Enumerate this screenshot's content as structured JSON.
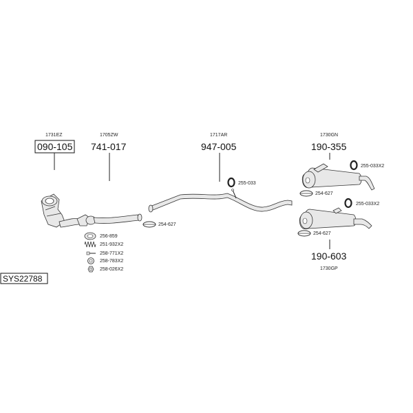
{
  "system_code": "SYS22788",
  "parts": {
    "catalyst": {
      "ref": "1731EZ",
      "number": "090-105"
    },
    "front_pipe": {
      "ref": "1705ZW",
      "number": "741-017"
    },
    "middle_pipe": {
      "ref": "1717AR",
      "number": "947-005"
    },
    "rear_silencer_upper": {
      "ref": "1730GN",
      "number": "190-355"
    },
    "rear_silencer_lower": {
      "ref": "1730GP",
      "number": "190-603"
    }
  },
  "fittings": {
    "clamp_front": "254-627",
    "rubber_mount_mid": "255-033",
    "mount_upper": "255-033X2",
    "clamp_upper": "254-627",
    "mount_lower": "255-033X2",
    "clamp_lower": "254-627",
    "kit_gasket": "256-859",
    "kit_spring": "251-932X2",
    "kit_bolt": "258-771X2",
    "kit_washer": "258-783X2",
    "kit_nut": "258-026X2"
  }
}
